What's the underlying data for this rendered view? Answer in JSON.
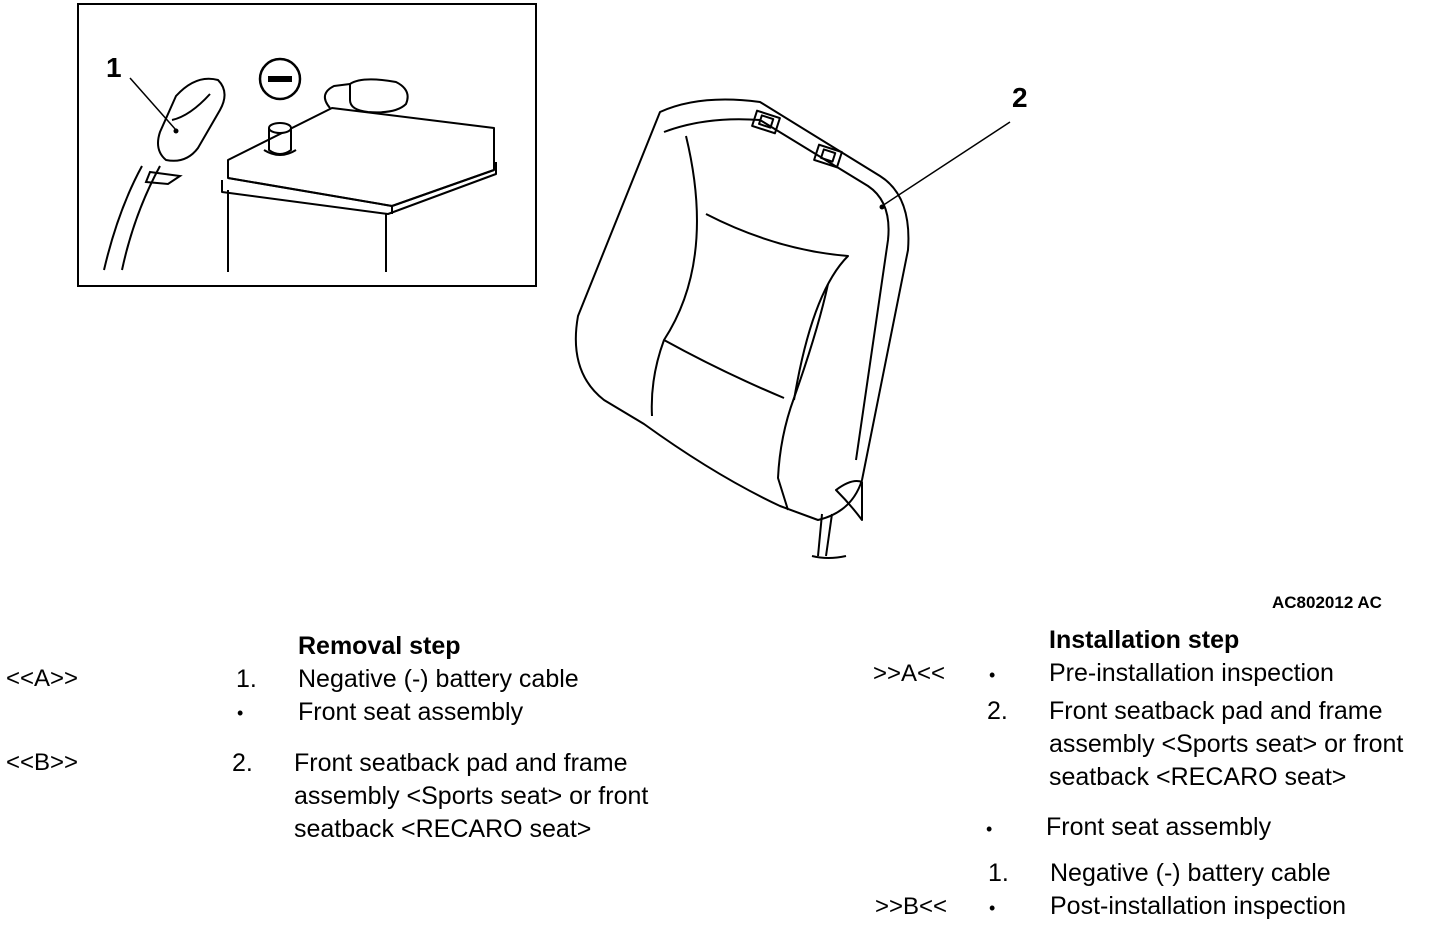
{
  "figure": {
    "callouts": [
      "1",
      "2"
    ],
    "minus_symbol": "minus-icon",
    "code": "AC802012 AC"
  },
  "removal": {
    "heading": "Removal step",
    "rows": [
      {
        "ref": "<<A>>",
        "num": "1.",
        "text": "Negative (-) battery cable"
      },
      {
        "ref": "",
        "num": "•",
        "text": "Front seat assembly"
      },
      {
        "ref": "<<B>>",
        "num": "2.",
        "lines": [
          "Front seatback pad and frame",
          "assembly <Sports seat> or front",
          "seatback <RECARO seat>"
        ]
      }
    ]
  },
  "installation": {
    "heading": "Installation step",
    "rows": [
      {
        "ref": ">>A<<",
        "num": "•",
        "text": "Pre-installation inspection"
      },
      {
        "ref": "",
        "num": "2.",
        "lines": [
          "Front seatback pad and frame",
          "assembly <Sports seat> or front",
          "seatback <RECARO seat>"
        ]
      },
      {
        "ref": "",
        "num": "•",
        "text": "Front seat assembly"
      },
      {
        "ref": "",
        "num": "1.",
        "text": "Negative (-) battery cable"
      },
      {
        "ref": ">>B<<",
        "num": "•",
        "text": "Post-installation inspection"
      }
    ]
  }
}
